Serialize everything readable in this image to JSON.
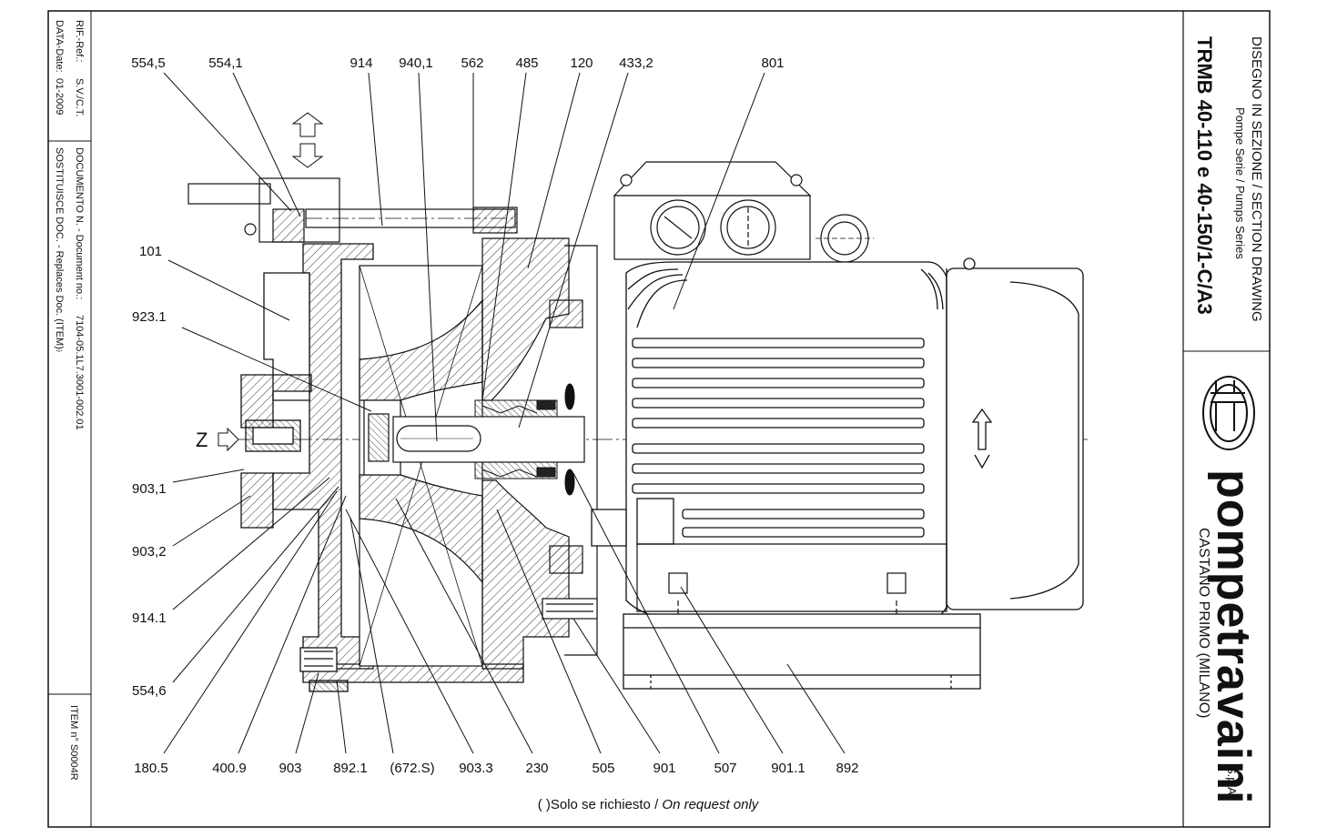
{
  "left_strip": {
    "ref_label": "RIF.-Ref.:",
    "ref_value": "S.V./C.T.",
    "date_label": "DATA-Date:",
    "date_value": "01-2009",
    "doc_label": "DOCUMENTO N. - Document no.:",
    "doc_value": "7104-05.1L7.3001-002.01",
    "replaces_label": "SOSTITUISCE DOC. - Replaces Doc. (ITEM):",
    "replaces_value": "-",
    "item": "ITEM n° S0004R"
  },
  "title_block": {
    "line1": "DISEGNO IN SEZIONE / SECTION DRAWING",
    "line2": "Pompe Serie / Pumps Series",
    "model": "TRMB 40-110 e 40-150/1-C/A3",
    "brand": "pompetravaini",
    "brand_suffix": "S.p.A.",
    "city": "CASTANO PRIMO  (MILANO)"
  },
  "drawing": {
    "top_labels": [
      "554,5",
      "554,1",
      "914",
      "940,1",
      "562",
      "485",
      "120",
      "433,2",
      "801"
    ],
    "left_labels": [
      "101",
      "923.1",
      "903,1",
      "903,2",
      "914.1",
      "554,6"
    ],
    "bottom_labels": [
      "180.5",
      "400.9",
      "903",
      "892.1",
      "(672.S)",
      "903.3",
      "230",
      "505",
      "901",
      "507",
      "901.1",
      "892"
    ],
    "z_label": "Z",
    "footnote_plain": "( )Solo se richiesto / ",
    "footnote_italic": "On request only"
  }
}
